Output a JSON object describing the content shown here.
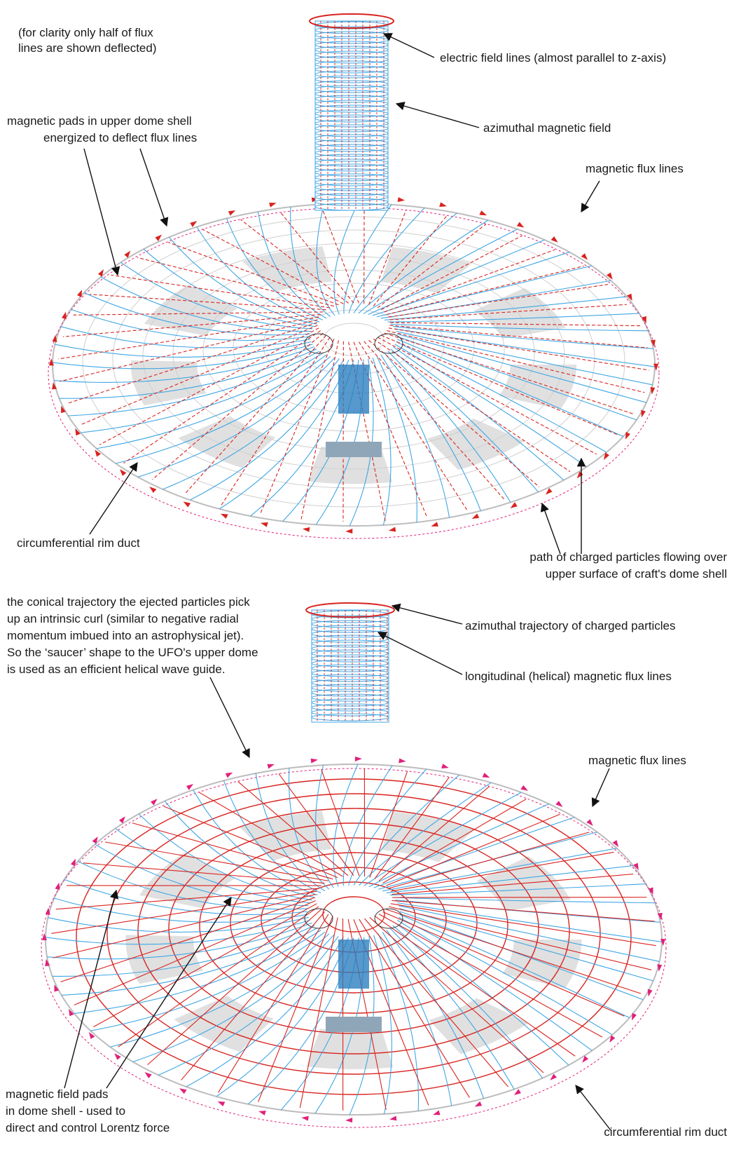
{
  "figure_top": {
    "note_line1": "(for clarity only half of flux",
    "note_line2": "lines are shown deflected)",
    "electric_field_label": "electric field lines (almost parallel to z-axis)",
    "azimuthal_field_label": "azimuthal magnetic field",
    "pads_line1": "magnetic pads in upper dome shell",
    "pads_line2": "energized to deflect flux lines",
    "flux_lines_label": "magnetic flux lines",
    "rim_duct_label": "circumferential rim duct",
    "particles_line1": "path of charged particles flowing over",
    "particles_line2": "upper surface of craft's dome shell"
  },
  "figure_bottom": {
    "text_line1": "the conical trajectory the ejected particles pick",
    "text_line2": "up an intrinsic curl (similar to negative radial",
    "text_line3": "momentum imbued into an astrophysical jet).",
    "text_line4": "So the ‘saucer’ shape to the UFO's upper dome",
    "text_line5": "is used as an efficient helical wave guide.",
    "azimuthal_trajectory_label": "azimuthal trajectory of charged particles",
    "helical_flux_label": "longitudinal (helical) magnetic flux lines",
    "flux_lines_label": "magnetic flux lines",
    "pads_line1": "magnetic field pads",
    "pads_line2": "in dome shell - used to",
    "pads_line3": "direct and control Lorentz force",
    "rim_duct_label": "circumferential rim duct"
  },
  "colors": {
    "electric_red": "#d8231f",
    "magnetic_blue": "#3fa6e4",
    "pad_gray": "#e0e0e0",
    "magenta": "#e0207a",
    "text": "#1a1a1a"
  }
}
